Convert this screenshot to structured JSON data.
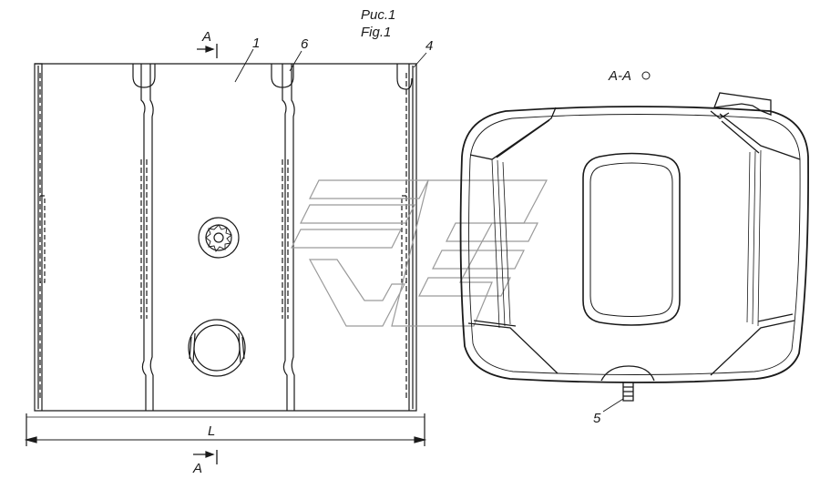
{
  "figure": {
    "caption_ru": "Рис.1",
    "caption_en": "Fig.1",
    "section_view_label": "A-A",
    "section_mark_top": "A",
    "section_mark_bottom": "A",
    "dimension_label": "L"
  },
  "callouts": {
    "c1": "1",
    "c4": "4",
    "c5": "5",
    "c6": "6"
  },
  "colors": {
    "line": "#1a1a1a",
    "paper": "#ffffff",
    "watermark": "#9a9a9a"
  },
  "icons": {
    "watermark": "kamaz-logo-watermark",
    "view_marker": "circle-view-icon"
  }
}
